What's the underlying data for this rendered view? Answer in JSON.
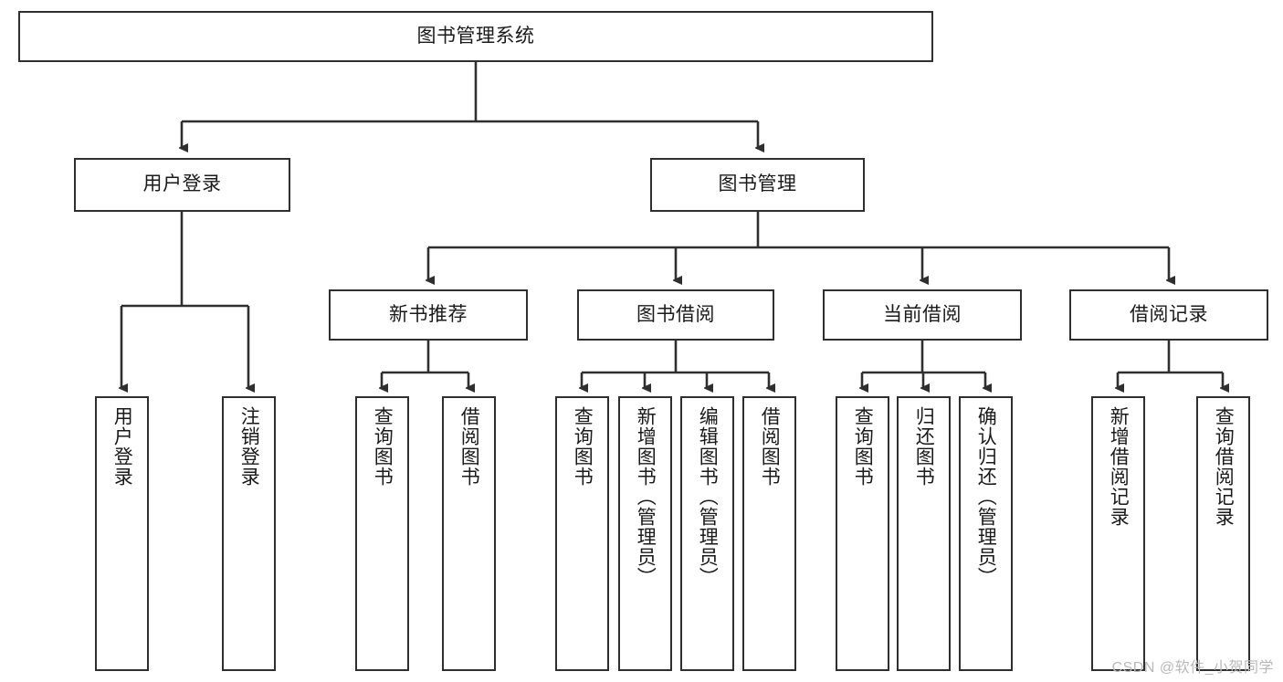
{
  "diagram": {
    "title": "图书管理系统",
    "type": "hierarchy-tree",
    "colors": {
      "box_border": "#2f2f2f",
      "box_fill": "#ffffff",
      "connector": "#2f2f2f",
      "text": "#1a1a1a",
      "watermark": "#b9b9b9",
      "background": "#ffffff"
    },
    "root": {
      "label": "图书管理系统"
    },
    "level2": [
      {
        "label": "用户登录"
      },
      {
        "label": "图书管理"
      }
    ],
    "level3": [
      {
        "label": "新书推荐"
      },
      {
        "label": "图书借阅"
      },
      {
        "label": "当前借阅"
      },
      {
        "label": "借阅记录"
      }
    ],
    "leaves_user_login": [
      {
        "label": "用户登录"
      },
      {
        "label": "注销登录"
      }
    ],
    "leaves_new_books": [
      {
        "label": "查询图书"
      },
      {
        "label": "借阅图书"
      }
    ],
    "leaves_borrow": [
      {
        "label": "查询图书"
      },
      {
        "label": "新增图书（管理员）"
      },
      {
        "label": "编辑图书（管理员）"
      },
      {
        "label": "借阅图书"
      }
    ],
    "leaves_current": [
      {
        "label": "查询图书"
      },
      {
        "label": "归还图书"
      },
      {
        "label": "确认归还（管理员）"
      }
    ],
    "leaves_records": [
      {
        "label": "新增借阅记录"
      },
      {
        "label": "查询借阅记录"
      }
    ]
  },
  "watermark": {
    "text": "CSDN @软件_小贺同学"
  }
}
